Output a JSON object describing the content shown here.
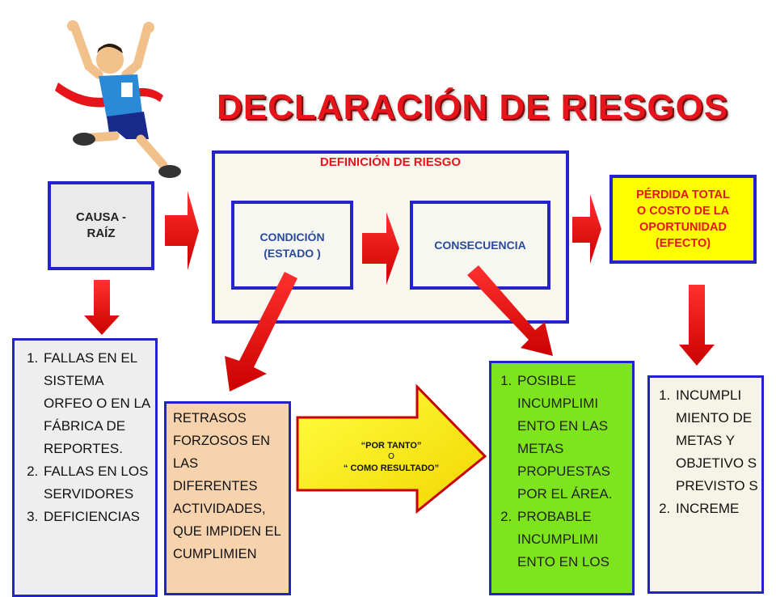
{
  "title": "DECLARACIÓN DE RIESGOS",
  "definicion": {
    "title": "DEFINICIÓN DE RIESGO",
    "condicion": [
      "CONDICIÓN",
      "(ESTADO )"
    ],
    "consecuencia": "CONSECUENCIA"
  },
  "causa": [
    "CAUSA -",
    "RAÍZ"
  ],
  "perdida": [
    "PÉRDIDA TOTAL",
    "O COSTO DE LA",
    "OPORTUNIDAD",
    "(EFECTO)"
  ],
  "causa_list": [
    "FALLAS EN EL SISTEMA ORFEO O EN LA FÁBRICA DE REPORTES.",
    "FALLAS EN LOS SERVIDORES",
    "DEFICIENCIAS"
  ],
  "retrasos": "RETRASOS FORZOSOS EN LAS DIFERENTES ACTIVIDADES, QUE IMPIDEN EL CUMPLIMIEN",
  "por_tanto": {
    "line1": "“POR TANTO”",
    "line2": "O",
    "line3": "“ COMO RESULTADO”"
  },
  "consecuencia_list": [
    "POSIBLE INCUMPLIMI ENTO EN LAS METAS PROPUESTAS POR EL ÁREA.",
    "PROBABLE INCUMPLIMI ENTO EN LOS"
  ],
  "perdida_list": [
    "INCUMPLI MIENTO DE METAS Y OBJETIVO S PREVISTO S",
    "INCREME"
  ],
  "colors": {
    "red": "#e8141c",
    "blue_border": "#2323c8",
    "yellow": "#ffff00",
    "green": "#7ee41e",
    "peach": "#f7d3ad"
  },
  "icons": [
    "runner-clipart",
    "arrow-right-icon",
    "arrow-down-icon",
    "arrow-diagonal-icon",
    "big-yellow-arrow-icon"
  ]
}
